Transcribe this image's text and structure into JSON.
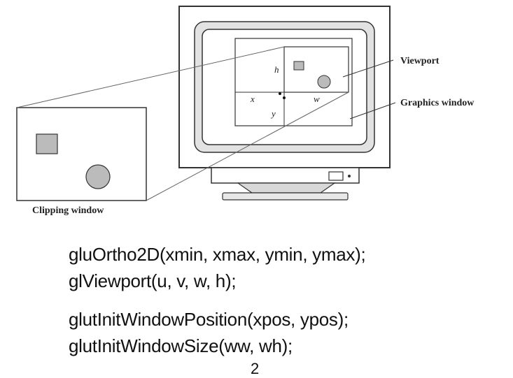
{
  "labels": {
    "viewport": "Viewport",
    "graphics_window": "Graphics window",
    "clipping_window": "Clipping window",
    "h": "h",
    "x": "x",
    "w": "w",
    "y": "y"
  },
  "code": [
    "gluOrtho2D(xmin, xmax, ymin, ymax);",
    "glViewport(u, v, w, h);",
    "glutInitWindowPosition(xpos,  ypos);",
    "glutInitWindowSize(ww,  wh);"
  ],
  "footer": "2",
  "colors": {
    "stroke": "#333333",
    "shape_fill": "#bbbbbb",
    "monitor_shade": "#e4e4e4"
  }
}
